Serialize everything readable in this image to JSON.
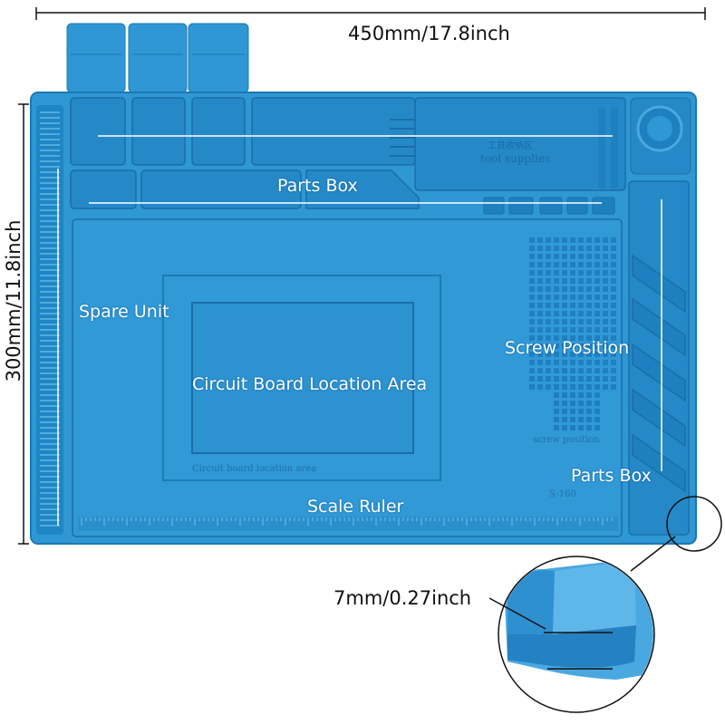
{
  "colors": {
    "mat_blue": "#2e97d4",
    "mat_dark": "#1c78b5",
    "mat_light": "#5fb6e8",
    "outline": "#111111",
    "label_text": "#ffffff"
  },
  "dimensions": {
    "width_label": "450mm/17.8inch",
    "height_label": "300mm/11.8inch",
    "thickness_label": "7mm/0.27inch"
  },
  "labels": {
    "parts_box_top": "Parts Box",
    "spare_unit": "Spare Unit",
    "circuit_board_area": "Circuit Board Location Area",
    "screw_position": "Screw Position",
    "parts_box_right": "Parts Box",
    "scale_ruler": "Scale Ruler"
  },
  "embossed_text": {
    "tool_supplies_cn": "工具收纳区",
    "tool_supplies": "tool supplies",
    "screw_position_small": "screw position",
    "circuit_board_small": "Circuit board location area",
    "model": "S-160"
  },
  "icons": {
    "magnifier": "magnifier-inset-icon"
  }
}
